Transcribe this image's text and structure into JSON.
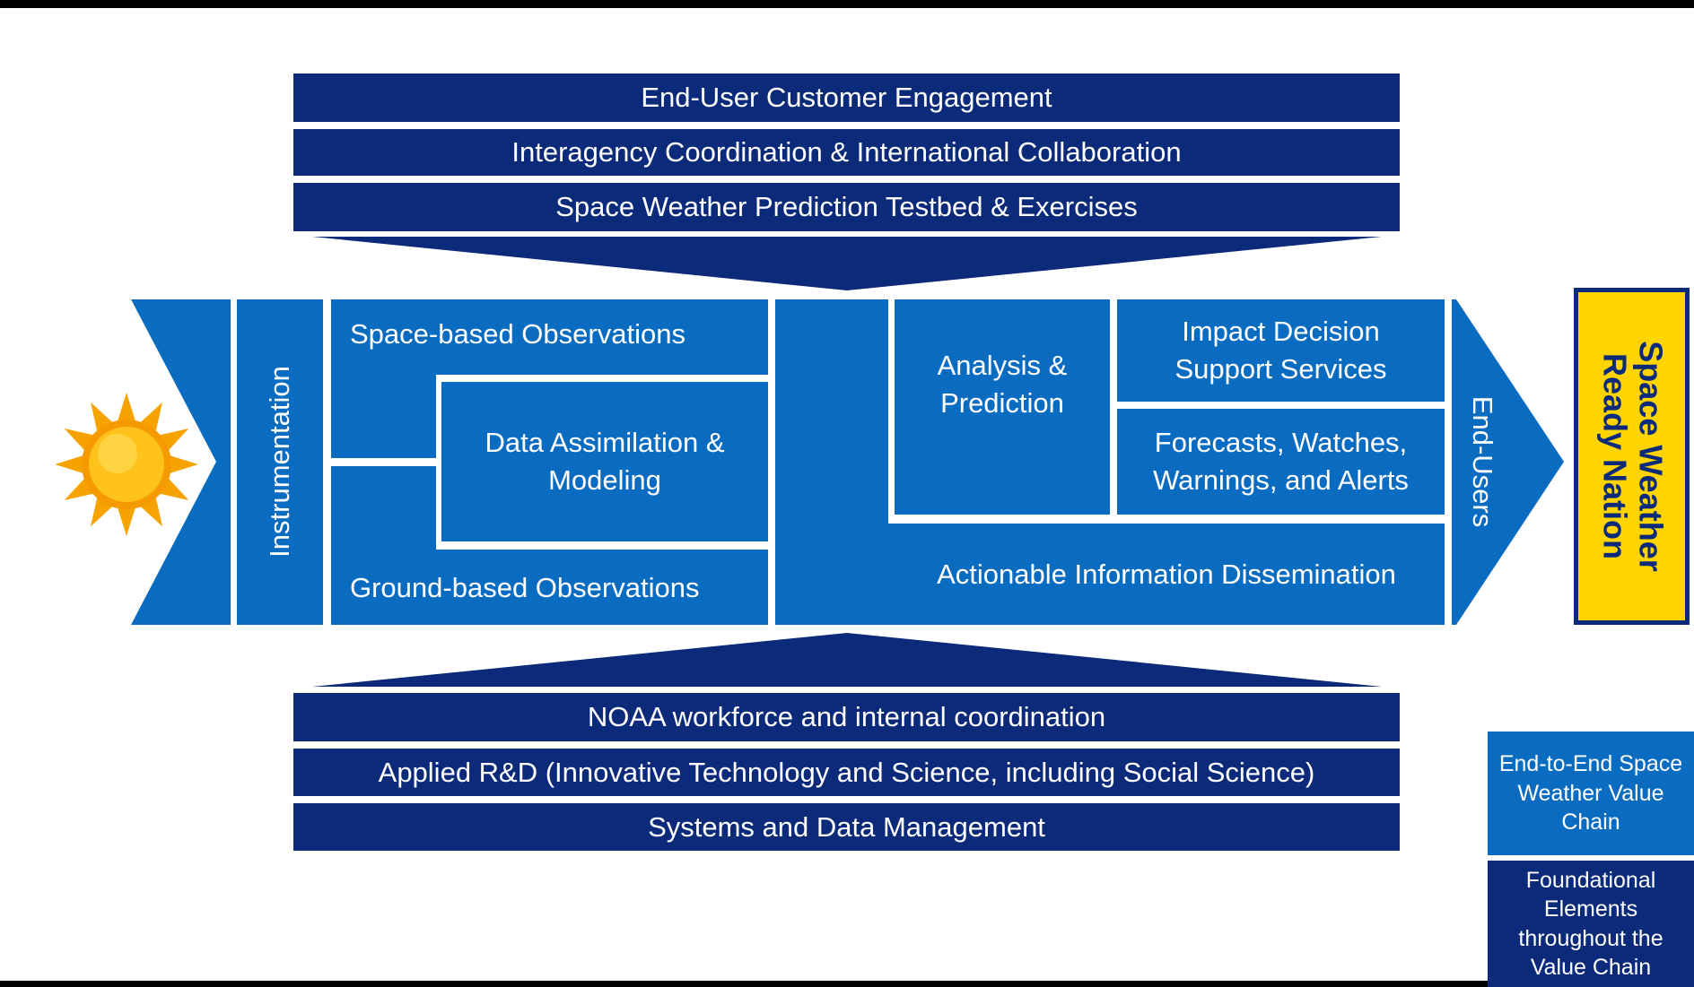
{
  "top_bars": [
    "End-User Customer Engagement",
    "Interagency Coordination & International Collaboration",
    "Space Weather Prediction Testbed & Exercises"
  ],
  "bottom_bars": [
    "NOAA workforce and internal coordination",
    "Applied R&D (Innovative Technology and Science, including Social Science)",
    "Systems and Data Management"
  ],
  "chain": {
    "instrumentation": "Instrumentation",
    "space_obs": "Space-based Observations",
    "data_assim": "Data Assimilation & Modeling",
    "ground_obs": "Ground-based Observations",
    "analysis": "Analysis & Prediction",
    "impact": "Impact Decision Support Services",
    "forecasts": "Forecasts, Watches, Warnings, and Alerts",
    "dissemination": "Actionable Information Dissemination",
    "end_users": "End-Users"
  },
  "goal": {
    "line1": "Space Weather",
    "line2": "Ready Nation"
  },
  "legend": {
    "value_chain": "End-to-End Space Weather Value Chain",
    "foundational": "Foundational Elements throughout the Value Chain"
  },
  "colors": {
    "dark_navy": "#0c2a7a",
    "chain_blue": "#0a6cc0",
    "goal_yellow": "#ffd400"
  },
  "icons": [
    "sun-icon"
  ]
}
